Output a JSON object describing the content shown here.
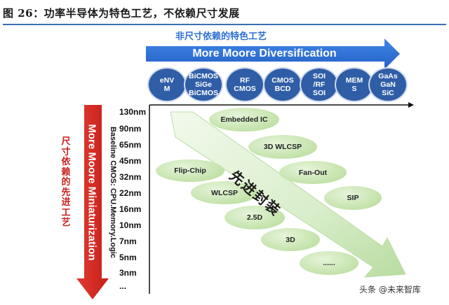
{
  "figure_title": "图 26：功率半导体为特色工艺，不依赖尺寸发展",
  "top_axis": {
    "label_cn": "非尺寸依赖的特色工艺",
    "label_en": "More Moore Diversification",
    "items": [
      "eNV\nM",
      "BiCMOS\nSiGe\nBiCMOS",
      "RF\nCMOS",
      "CMOS\nBCD",
      "SOI\n/RF\nSOI",
      "MEM\nS",
      "GaAs\nGaN\nSiC"
    ]
  },
  "left_axis": {
    "label_cn": "尺寸依赖的先进工艺",
    "label_en": "More Moore Miniaturization",
    "baseline": "Baseline CMOS: CPU.Memory.Logic",
    "nodes": [
      "130nm",
      "90nm",
      "65nm",
      "45nm",
      "32nm",
      "22nm",
      "16nm",
      "10nm",
      "7nm",
      "5nm",
      "3nm",
      "..."
    ]
  },
  "packaging": {
    "arrow_label": "先进封装",
    "items": [
      "Embedded IC",
      "3D WLCSP",
      "Flip-Chip",
      "Fan-Out",
      "WLCSP",
      "SIP",
      "2.5D",
      "3D",
      "......"
    ]
  },
  "watermark": "头条 @未来智库",
  "colors": {
    "blue_band": "#2e6fd1",
    "oval_fill": "#2f5ea7",
    "red_arrow": "#d52a22",
    "green_pill": "#c3e2a9",
    "green_arrow": "#d5ecc6"
  }
}
